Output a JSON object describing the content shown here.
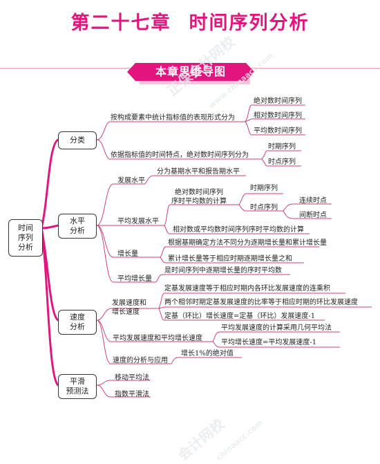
{
  "title": {
    "chapter": "第二十七章",
    "name": "时间序列分析"
  },
  "banner": "本章思维导图",
  "watermark": {
    "top": "正保会计网校",
    "top_url": "www.chinaacc.com",
    "bottom": "会计网校",
    "bottom_url": "chinaacc.com"
  },
  "root": "时间\n序列\n分析",
  "branches": {
    "classify": {
      "label": "分类",
      "rule1": "按构成要素中统计指标值的表现形式分为",
      "rule1_items": [
        "绝对数时间序列",
        "相对数时间序列",
        "平均数时间序列"
      ],
      "rule2": "依据指标值的时间特点，绝对数时间序列分为",
      "rule2_items": [
        "时期序列",
        "时点序列"
      ]
    },
    "level": {
      "label": "水平\n分析",
      "dev_level": "发展水平",
      "dev_level_note": "分为基期水平和报告期水平",
      "avg_level": "平均发展水平",
      "avg_abs": "绝对数时间序列\n序时平均数的计算",
      "period_series": "时期序列",
      "point_series": "时点序列",
      "continuous": "连续时点",
      "interval": "间断时点",
      "avg_rel": "相对数或平均数时间序列序时平均数的计算",
      "growth": "增长量",
      "growth_note1": "根据基期确定方法不同分为逐期增长量和累计增长量",
      "growth_note2": "累计增长量等于相应时期逐期增长量之和",
      "avg_growth": "平均增长量",
      "avg_growth_note": "是时间序列中逐期增长量的序时平均数"
    },
    "speed": {
      "label": "速度\n分析",
      "dev_speed": "发展速度和\n增长速度",
      "dev_note1": "定基发展速度等于相应时期内各环比发展速度的连乘积",
      "dev_note2": "两个相邻时期定基发展速度的比率等于相应时期的环比发展速度",
      "dev_note3": "定基（环比）增长速度=定基（环比）发展速度-1",
      "avg_speed": "平均发展速度和平均增长速度",
      "avg_note1": "平均发展速度的计算采用几何平均法",
      "avg_note2": "平均增长速度=平均发展速度-1",
      "apply": "速度的分析与应用",
      "apply_note": "增长1%的绝对值"
    },
    "smooth": {
      "label": "平滑\n预测法",
      "items": [
        "移动平均法",
        "指数平滑法"
      ]
    }
  }
}
